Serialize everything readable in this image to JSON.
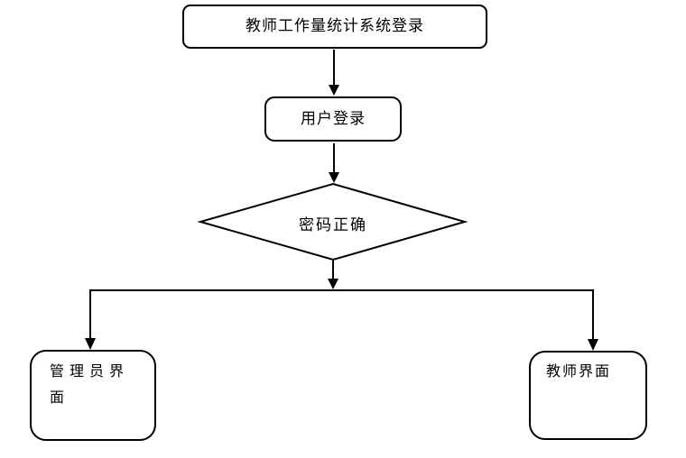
{
  "page": {
    "background_color": "#ffffff",
    "stroke_color": "#000000"
  },
  "flowchart": {
    "nodes": [
      {
        "id": "start",
        "type": "rounded-rect",
        "label": "教师工作量统计系统登录"
      },
      {
        "id": "login",
        "type": "rounded-rect",
        "label": "用户登录"
      },
      {
        "id": "decision",
        "type": "diamond",
        "label": "密码正确"
      },
      {
        "id": "admin",
        "type": "rounded-rect",
        "label": "管理员界面"
      },
      {
        "id": "teacher",
        "type": "rounded-rect",
        "label": "教师界面"
      }
    ],
    "edges": [
      {
        "from": "start",
        "to": "login"
      },
      {
        "from": "login",
        "to": "decision"
      },
      {
        "from": "decision",
        "to": "admin"
      },
      {
        "from": "decision",
        "to": "teacher"
      }
    ]
  }
}
